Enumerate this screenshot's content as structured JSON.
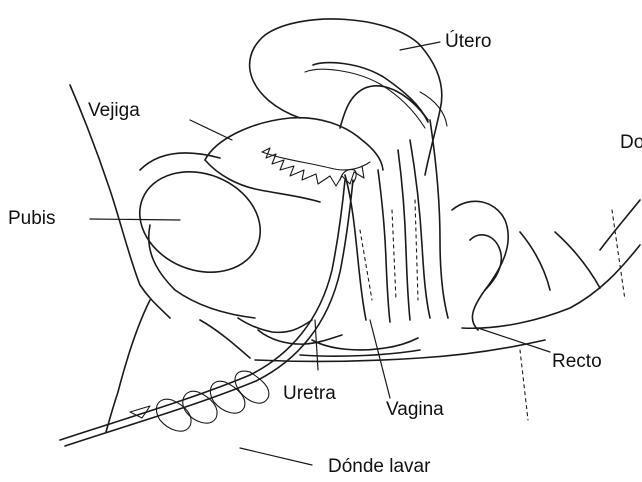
{
  "labels": {
    "utero": "Útero",
    "vejiga": "Vejiga",
    "pubis": "Pubis",
    "do_cut": "Do",
    "recto": "Recto",
    "uretra": "Uretra",
    "vagina": "Vagina",
    "donde_lavar": "Dónde lavar"
  },
  "colors": {
    "ink": "#1a1a1a",
    "background": "#ffffff"
  }
}
